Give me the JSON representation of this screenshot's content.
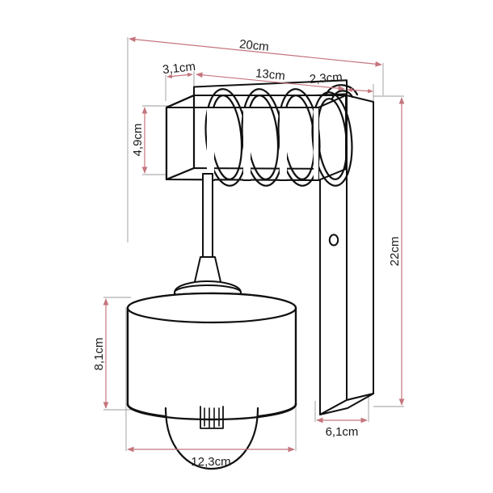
{
  "drawing": {
    "title": "Wall Sconce Lamp Technical Dimension Drawing",
    "background_color": "#ffffff",
    "outline_color": "#111111",
    "dimension_line_color": "#c4757d",
    "extension_line_color": "#9a9a9a",
    "dimension_text_color": "#1a1a1a",
    "unit": "cm"
  },
  "dimensions": {
    "overall_width": "20cm",
    "back_block_depth": "3,1cm",
    "arm_length": "13cm",
    "wall_plate_thickness": "2,3cm",
    "arm_height": "4,9cm",
    "wall_plate_height": "22cm",
    "shade_height": "8,1cm",
    "shade_diameter": "12,3cm",
    "wall_plate_depth": "6,1cm"
  },
  "parts": {
    "arm_block": "rectangular-arm",
    "coil_rings": "decorative-spiral-coils",
    "drop_rod": "suspension-rod",
    "socket": "lamp-socket",
    "shade": "drum-shade",
    "bulb": "light-bulb",
    "wall_plate": "wall-mount-plate",
    "screw_hole": "mounting-hole"
  }
}
